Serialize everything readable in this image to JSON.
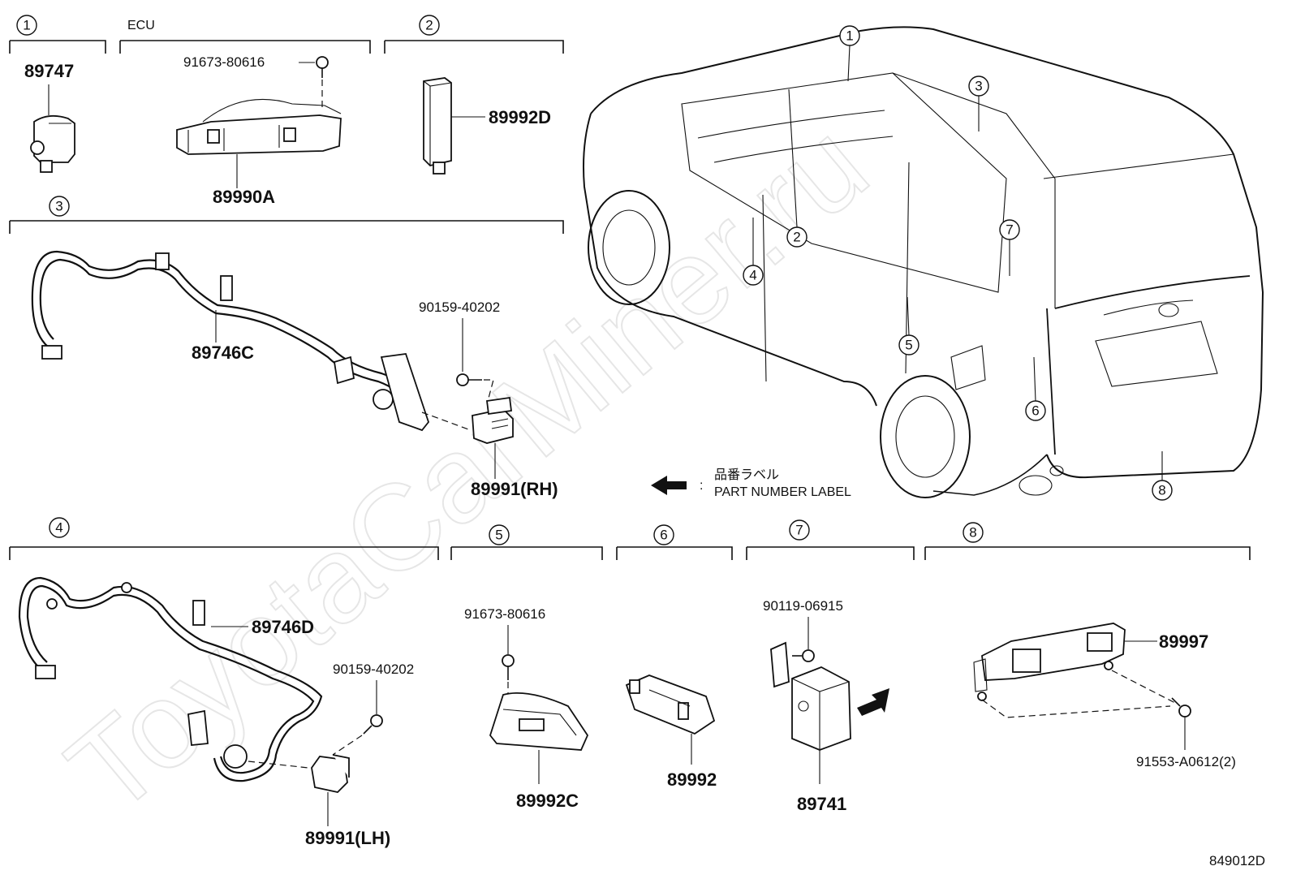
{
  "watermark": "ToyotaCarMiner.ru",
  "diagram_id": "849012D",
  "legend": {
    "jp": "品番ラベル",
    "en": "PART NUMBER LABEL",
    "colon": ":"
  },
  "sections": {
    "s1": {
      "num": "1",
      "part": "89747"
    },
    "ecu": {
      "label": "ECU",
      "bolt": "91673-80616",
      "part": "89990A"
    },
    "s2": {
      "num": "2",
      "part": "89992D"
    },
    "s3": {
      "num": "3",
      "harness": "89746C",
      "bolt": "90159-40202",
      "sensor": "89991(RH)"
    },
    "s4": {
      "num": "4",
      "harness": "89746D",
      "bolt": "90159-40202",
      "sensor": "89991(LH)"
    },
    "s5": {
      "num": "5",
      "bolt": "91673-80616",
      "part": "89992C"
    },
    "s6": {
      "num": "6",
      "part": "89992"
    },
    "s7": {
      "num": "7",
      "bolt": "90119-06915",
      "part": "89741"
    },
    "s8": {
      "num": "8",
      "part": "89997",
      "bolt": "91553-A0612(2)"
    }
  },
  "vehicle_callouts": [
    "1",
    "2",
    "3",
    "4",
    "5",
    "6",
    "7",
    "8"
  ]
}
